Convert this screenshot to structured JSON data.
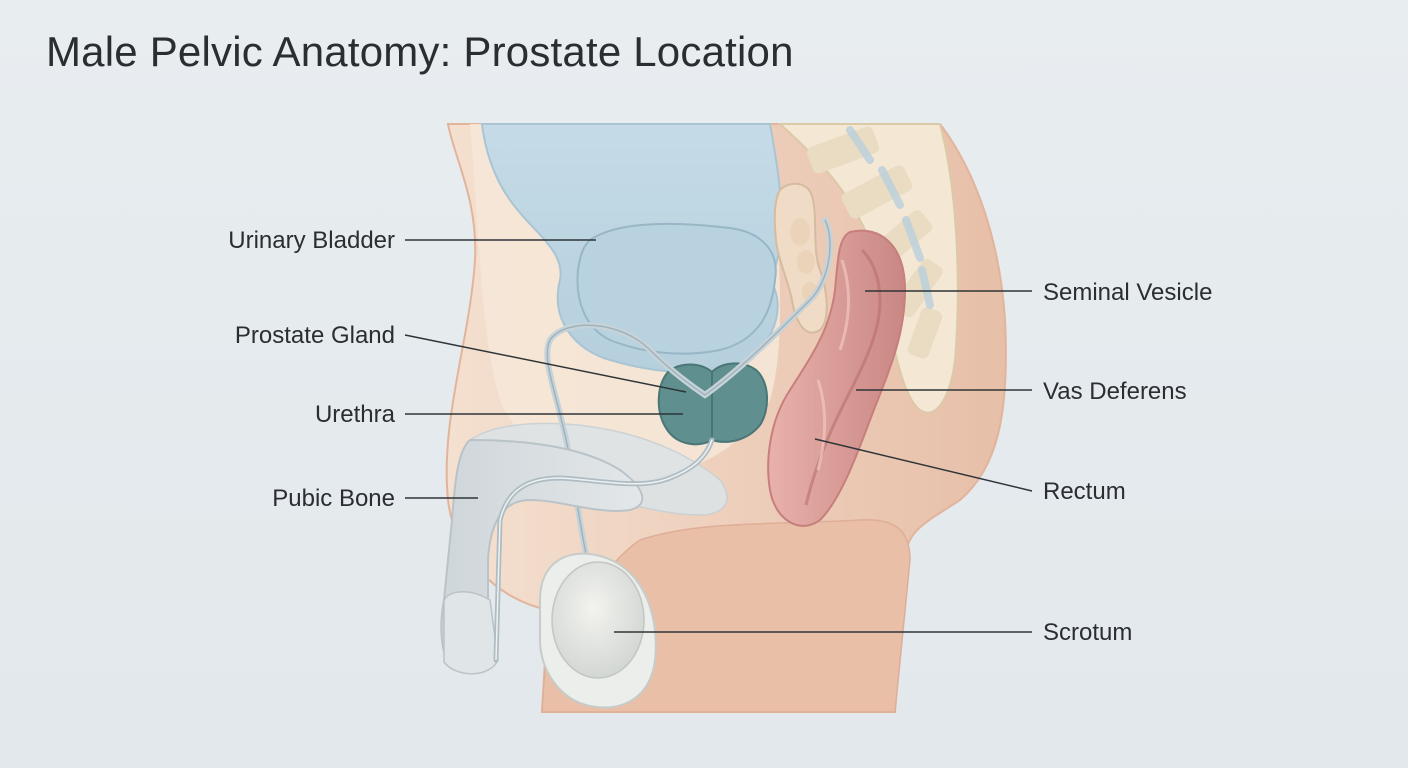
{
  "title": "Male Pelvic Anatomy: Prostate Location",
  "labels": {
    "urinary_bladder": "Urinary Bladder",
    "prostate_gland": "Prostate Gland",
    "urethra": "Urethra",
    "pubic_bone": "Pubic Bone",
    "seminal_vesicle": "Seminal Vesicle",
    "vas_deferens": "Vas Deferens",
    "rectum": "Rectum",
    "scrotum": "Scrotum"
  },
  "colors": {
    "skin": "#f1d6c3",
    "skin_shadow": "#e5b9a2",
    "bladder": "#c9dde8",
    "prostate": "#5f8f8f",
    "rectum": "#d89b98",
    "bone": "#f3e7d1",
    "penis": "#d4dadd",
    "scrotum": "#e2e4e1"
  }
}
